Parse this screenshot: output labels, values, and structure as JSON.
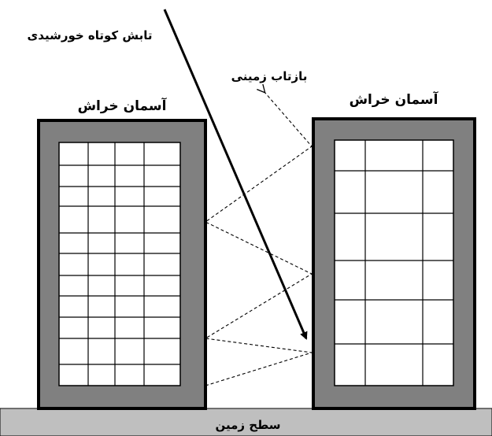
{
  "labels": {
    "short_wave_radiation": "تابش کوتاه خورشیدی",
    "ground_reflection": "بازتاب زمینی",
    "skyscraper_left": "آسمان خراش",
    "skyscraper_right": "آسمان خراش",
    "ground_surface": "سطح زمین"
  },
  "colors": {
    "building_facade": "#808080",
    "ground": "#bfbfbf",
    "line": "#000000",
    "window_bg": "#ffffff"
  }
}
